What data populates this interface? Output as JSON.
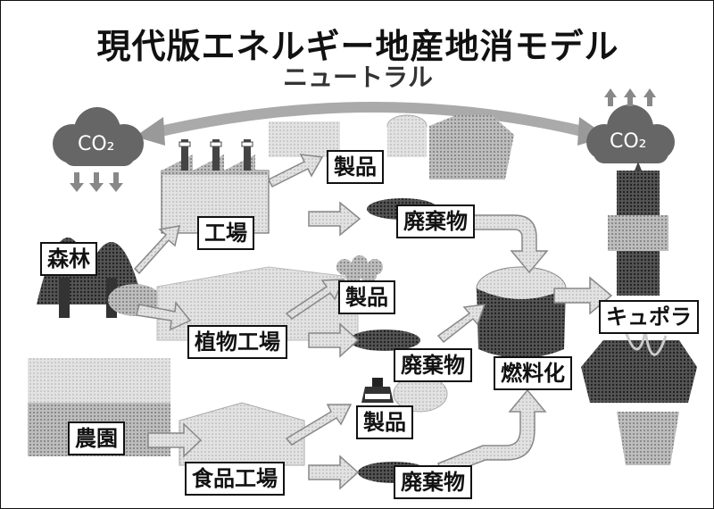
{
  "title": "現代版エネルギー地産地消モデル",
  "subtitle": "ニュートラル",
  "co2_left": "CO₂",
  "co2_right": "CO₂",
  "labels": {
    "forest": "森林",
    "factory": "工場",
    "plant_factory": "植物工場",
    "farm": "農園",
    "food_factory": "食品工場",
    "product_1": "製品",
    "product_2": "製品",
    "product_3": "製品",
    "waste_1": "廃棄物",
    "waste_2": "廃棄物",
    "waste_3": "廃棄物",
    "fuel": "燃料化",
    "cupola": "キュポラ"
  },
  "icons": [
    "co2-cloud-icon",
    "factory-icon",
    "tree-icon",
    "greenhouse-icon",
    "farm-field-icon",
    "cupola-furnace-icon",
    "waste-pile-icon",
    "fuel-pile-icon",
    "coffee-bottle-icon",
    "clothes-icon",
    "bread-icon"
  ]
}
